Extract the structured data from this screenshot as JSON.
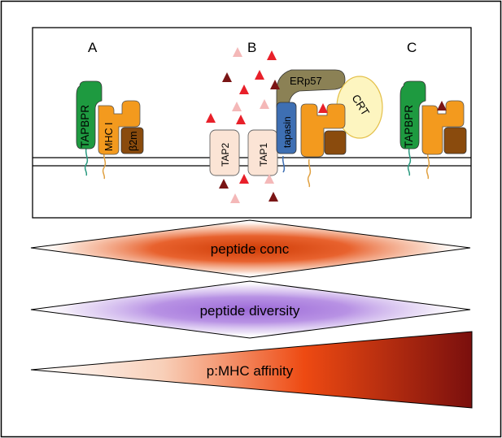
{
  "panel_labels": {
    "a": "A",
    "b": "B",
    "c": "C"
  },
  "proteins": {
    "tapbpr": "TAPBPR",
    "mhc_i": "MHC I",
    "b2m": "β2m",
    "tap1": "TAP1",
    "tap2": "TAP2",
    "erp57": "ERp57",
    "tapasin": "tapasin",
    "crt": "CRT"
  },
  "gradients": {
    "peptide_conc": "peptide conc",
    "peptide_diversity": "peptide diversity",
    "affinity": "p:MHC affinity"
  },
  "colors": {
    "tapbpr": "#1e9a40",
    "mhc_heavy": "#f39a1e",
    "b2m": "#8a4b0d",
    "tap": "#fbe4d5",
    "erp57": "#8b8155",
    "tapasin": "#3e6fb3",
    "crt": "#fdf5c0",
    "peptide_dark": "#7a1515",
    "peptide_red": "#e8202a",
    "peptide_pink": "#f4b8b8",
    "conc_core": "#e2450f",
    "diversity_core": "#9a6bd6",
    "affinity_high": "#7b0f0f"
  }
}
